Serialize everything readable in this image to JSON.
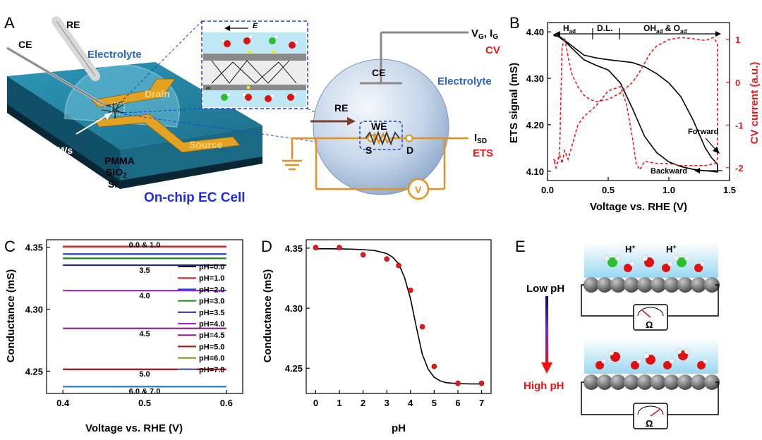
{
  "panels": {
    "A": "A",
    "B": "B",
    "C": "C",
    "D": "D",
    "E": "E"
  },
  "panel_a": {
    "ce": "CE",
    "re": "RE",
    "electrolyte": "Electrolyte",
    "drain": "Drain",
    "source": "Source",
    "ptnws": "PtNWs",
    "pmma": "PMMA",
    "sio2": "SiO",
    "sio2_sub": "2",
    "si": "Si",
    "caption": "On-chip EC Cell",
    "e_field": "E",
    "pt": "Pt",
    "vg": "V",
    "vg_sub": "G",
    "ig": ", I",
    "ig_sub": "G",
    "cv": "CV",
    "ce_sphere": "CE",
    "electrolyte_sphere": "Electrolyte",
    "re_circuit": "RE",
    "we": "WE",
    "s": "S",
    "d": "D",
    "isd": "I",
    "isd_sub": "SD",
    "ets": "ETS",
    "v": "V"
  },
  "chart_data": [
    {
      "panel": "B",
      "type": "line",
      "xlabel": "Voltage vs. RHE (V)",
      "ylabel": "ETS signal (mS)",
      "y2label": "CV current (a.u.)",
      "xlim": [
        0,
        1.5
      ],
      "ylim": [
        4.08,
        4.42
      ],
      "y2lim": [
        -2.3,
        1.4
      ],
      "xticks": [
        "0.0",
        "0.5",
        "1.0",
        "1.5"
      ],
      "yticks": [
        "4.10",
        "4.20",
        "4.30",
        "4.40"
      ],
      "y2ticks": [
        "1",
        "0",
        "-1",
        "-2"
      ],
      "regions": {
        "had": "H",
        "had_sub": "ad",
        "dl": "D.L.",
        "oh": "OH",
        "oh_sub": "ad",
        "amp": " & O",
        "o_sub": "ad"
      },
      "annotations": {
        "forward": "Forward",
        "backward": "Backward"
      },
      "series": [
        {
          "axis": "left",
          "color": "#000000",
          "style": "solid",
          "x": [
            0.05,
            0.1,
            0.15,
            0.2,
            0.25,
            0.3,
            0.35,
            0.4,
            0.5,
            0.6,
            0.7,
            0.8,
            0.9,
            1.0,
            1.1,
            1.2,
            1.3,
            1.35,
            1.4,
            1.4,
            1.35,
            1.3,
            1.2,
            1.1,
            1.0,
            0.9,
            0.8,
            0.7,
            0.6,
            0.5,
            0.4,
            0.3,
            0.2,
            0.15,
            0.1,
            0.05
          ],
          "y": [
            4.392,
            4.39,
            4.38,
            4.37,
            4.36,
            4.35,
            4.347,
            4.344,
            4.34,
            4.337,
            4.334,
            4.325,
            4.31,
            4.29,
            4.26,
            4.21,
            4.15,
            4.13,
            4.115,
            4.098,
            4.1,
            4.101,
            4.104,
            4.11,
            4.12,
            4.14,
            4.175,
            4.235,
            4.29,
            4.318,
            4.328,
            4.34,
            4.365,
            4.378,
            4.388,
            4.395
          ]
        },
        {
          "axis": "right",
          "color": "#e8191b",
          "style": "dashed",
          "x": [
            0.05,
            0.08,
            0.1,
            0.12,
            0.14,
            0.17,
            0.2,
            0.25,
            0.3,
            0.35,
            0.4,
            0.5,
            0.6,
            0.7,
            0.75,
            0.8,
            0.85,
            0.9,
            1.0,
            1.1,
            1.2,
            1.3,
            1.37,
            1.4,
            1.4,
            1.38,
            1.3,
            1.2,
            1.1,
            1.0,
            0.9,
            0.8,
            0.76,
            0.73,
            0.7,
            0.65,
            0.6,
            0.5,
            0.4,
            0.3,
            0.25,
            0.2,
            0.17,
            0.14,
            0.12,
            0.1,
            0.07,
            0.05
          ],
          "y": [
            -1.8,
            -1.9,
            -1.6,
            0.8,
            1.05,
            0.6,
            0.2,
            -0.1,
            -0.3,
            -0.4,
            -0.45,
            -0.4,
            -0.25,
            0,
            0.2,
            0.45,
            0.7,
            0.85,
            1.0,
            1.05,
            1.02,
            0.98,
            1.05,
            0.9,
            -1.8,
            -1.9,
            -1.95,
            -1.95,
            -1.95,
            -1.9,
            -1.9,
            -1.85,
            -2.05,
            -1.9,
            -1.3,
            -0.5,
            -0.1,
            -0.2,
            -0.55,
            -0.8,
            -1.0,
            -1.5,
            -1.8,
            -1.6,
            -1.9,
            -1.7,
            -2.0,
            -1.8
          ]
        }
      ]
    },
    {
      "panel": "C",
      "type": "line",
      "xlabel": "Voltage vs. RHE (V)",
      "ylabel": "Conductance (mS)",
      "xlim": [
        0.38,
        0.62
      ],
      "ylim": [
        4.232,
        4.356
      ],
      "xticks": [
        "0.4",
        "0.5",
        "0.6"
      ],
      "xtick_values": [
        0.4,
        0.5,
        0.6
      ],
      "yticks": [
        "4.25",
        "4.30",
        "4.35"
      ],
      "ytick_values": [
        4.25,
        4.3,
        4.35
      ],
      "series": [
        {
          "name": "pH=0.0",
          "color": "#000000",
          "y": 4.3505
        },
        {
          "name": "pH=1.0",
          "color": "#e8191b",
          "y": 4.3505
        },
        {
          "name": "pH=2.0",
          "color": "#1f3fe0",
          "y": 4.3445
        },
        {
          "name": "pH=3.0",
          "color": "#1a8a1a",
          "y": 4.341
        },
        {
          "name": "pH=3.5",
          "color": "#1f2a8a",
          "y": 4.3355
        },
        {
          "name": "pH=4.0",
          "color": "#a020f0",
          "y": 4.315
        },
        {
          "name": "pH=4.5",
          "color": "#8b1c8b",
          "y": 4.2845
        },
        {
          "name": "pH=5.0",
          "color": "#a01010",
          "y": 4.2515
        },
        {
          "name": "pH=6.0",
          "color": "#8a8a10",
          "y": 4.2375
        },
        {
          "name": "pH=7.0",
          "color": "#2a7fd0",
          "y": 4.2375
        }
      ],
      "labels": [
        {
          "text": "0.0 & 1.0",
          "y": 4.3525
        },
        {
          "text": "3.5",
          "y": 4.332
        },
        {
          "text": "4.0",
          "y": 4.3115
        },
        {
          "text": "4.5",
          "y": 4.281
        },
        {
          "text": "5.0",
          "y": 4.2485
        },
        {
          "text": "6.0 & 7.0",
          "y": 4.2345
        }
      ]
    },
    {
      "panel": "D",
      "type": "scatter",
      "xlabel": "pH",
      "ylabel": "Conductance (mS)",
      "xlim": [
        -0.4,
        7.4
      ],
      "ylim": [
        4.229,
        4.357
      ],
      "xticks": [
        "0",
        "1",
        "2",
        "3",
        "4",
        "5",
        "6",
        "7"
      ],
      "yticks": [
        "4.25",
        "4.30",
        "4.35"
      ],
      "ytick_values": [
        4.25,
        4.3,
        4.35
      ],
      "points": {
        "x": [
          0,
          1,
          2,
          3,
          3.5,
          4,
          4.5,
          5,
          6,
          7
        ],
        "y": [
          4.3505,
          4.3505,
          4.3445,
          4.341,
          4.3355,
          4.315,
          4.2845,
          4.2515,
          4.2375,
          4.2375
        ]
      },
      "fit": {
        "color": "#000000",
        "x": [
          0,
          0.5,
          1,
          1.5,
          2,
          2.5,
          3,
          3.25,
          3.5,
          3.75,
          4,
          4.25,
          4.5,
          4.75,
          5,
          5.25,
          5.5,
          6,
          6.5,
          7
        ],
        "y": [
          4.3495,
          4.3495,
          4.3494,
          4.3492,
          4.3488,
          4.348,
          4.3455,
          4.3425,
          4.337,
          4.3255,
          4.308,
          4.284,
          4.2615,
          4.249,
          4.2425,
          4.2395,
          4.238,
          4.2372,
          4.237,
          4.237
        ]
      }
    }
  ],
  "panel_e": {
    "hplus1": "H",
    "hplus2": "H",
    "sup": "+",
    "low_ph": "Low pH",
    "high_ph": "High pH",
    "ohm1": "Ω",
    "ohm2": "Ω"
  }
}
